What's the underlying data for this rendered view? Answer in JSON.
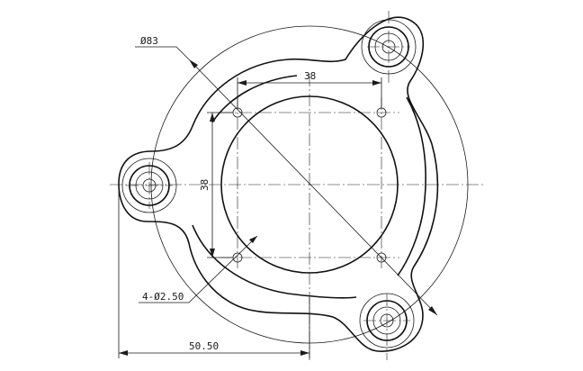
{
  "dimensions": {
    "overall_diameter": "Ø83",
    "hole_spacing_horizontal": "38",
    "hole_spacing_vertical": "38",
    "small_holes": "4-Ø2.50",
    "offset_distance": "50.50"
  }
}
